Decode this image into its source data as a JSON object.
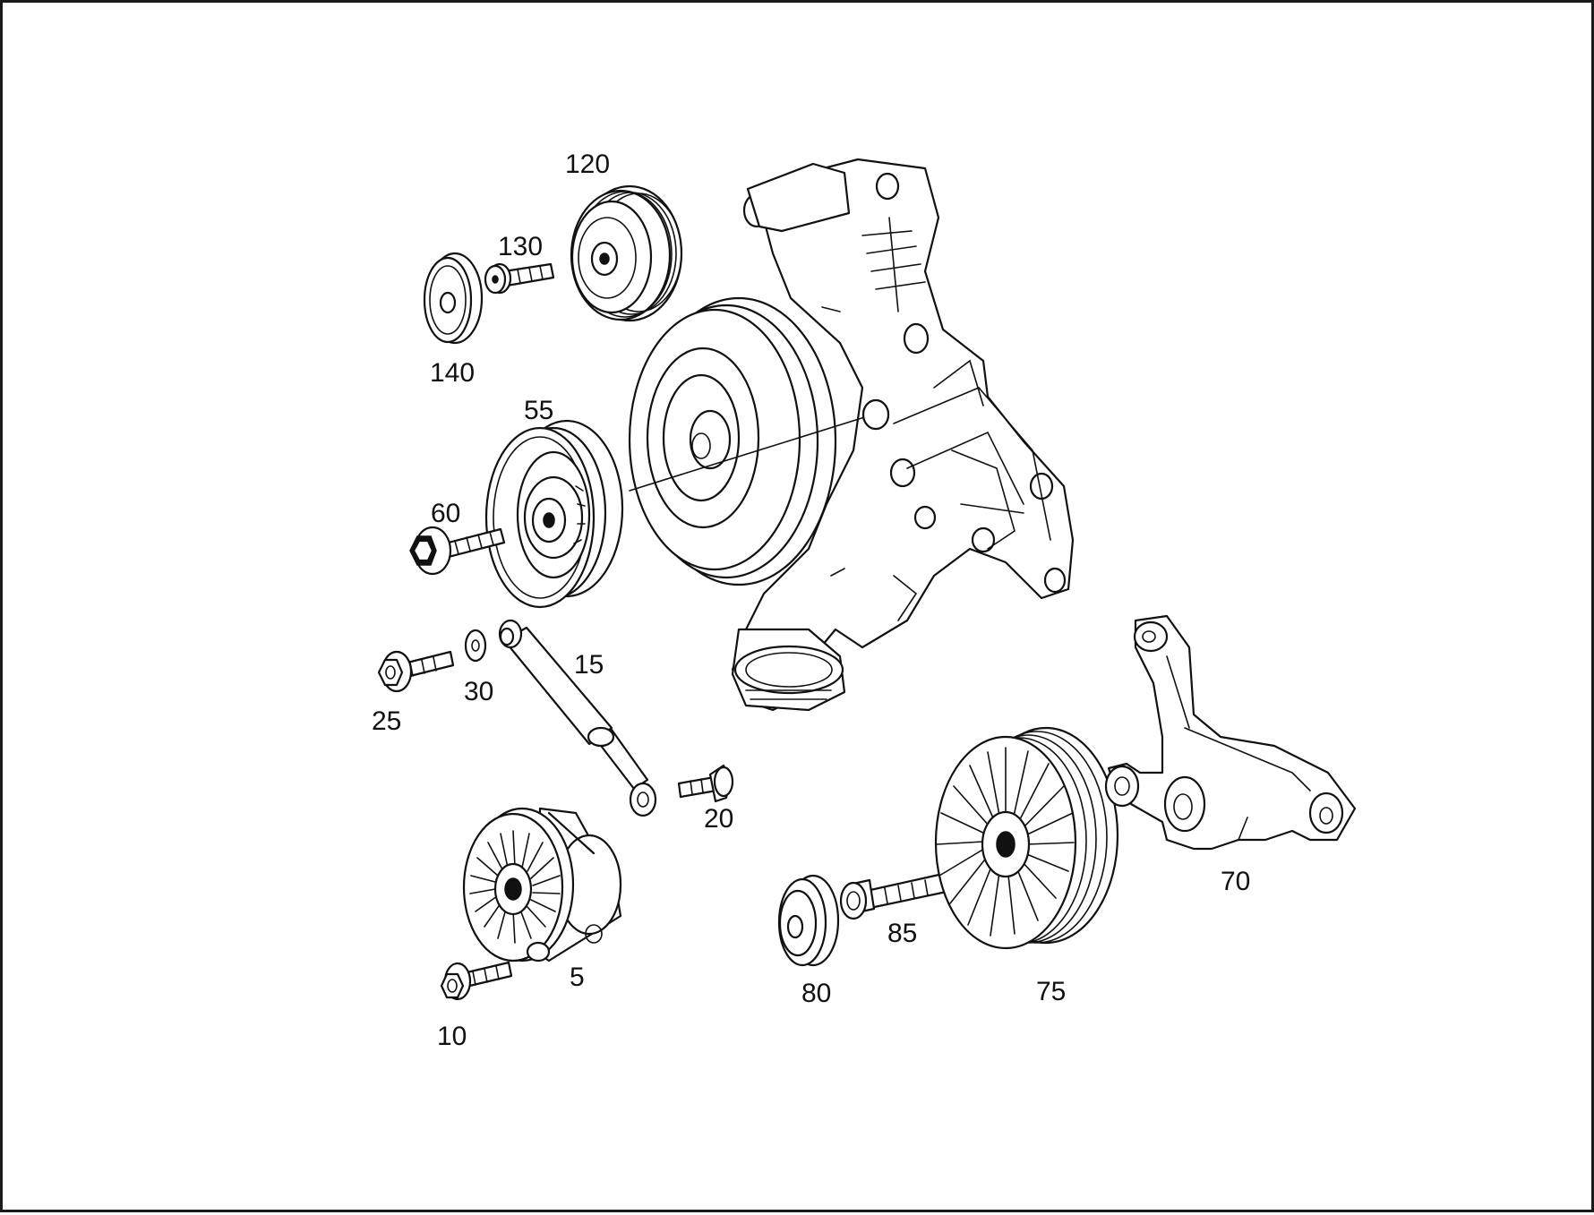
{
  "diagram": {
    "callouts": {
      "p120": "120",
      "p130": "130",
      "p140": "140",
      "p55": "55",
      "p60": "60",
      "p25": "25",
      "p30": "30",
      "p15": "15",
      "p20": "20",
      "p5": "5",
      "p10": "10",
      "p80": "80",
      "p85": "85",
      "p75": "75",
      "p70": "70"
    }
  },
  "colors": {
    "line": "#111111",
    "background": "#ffffff"
  }
}
